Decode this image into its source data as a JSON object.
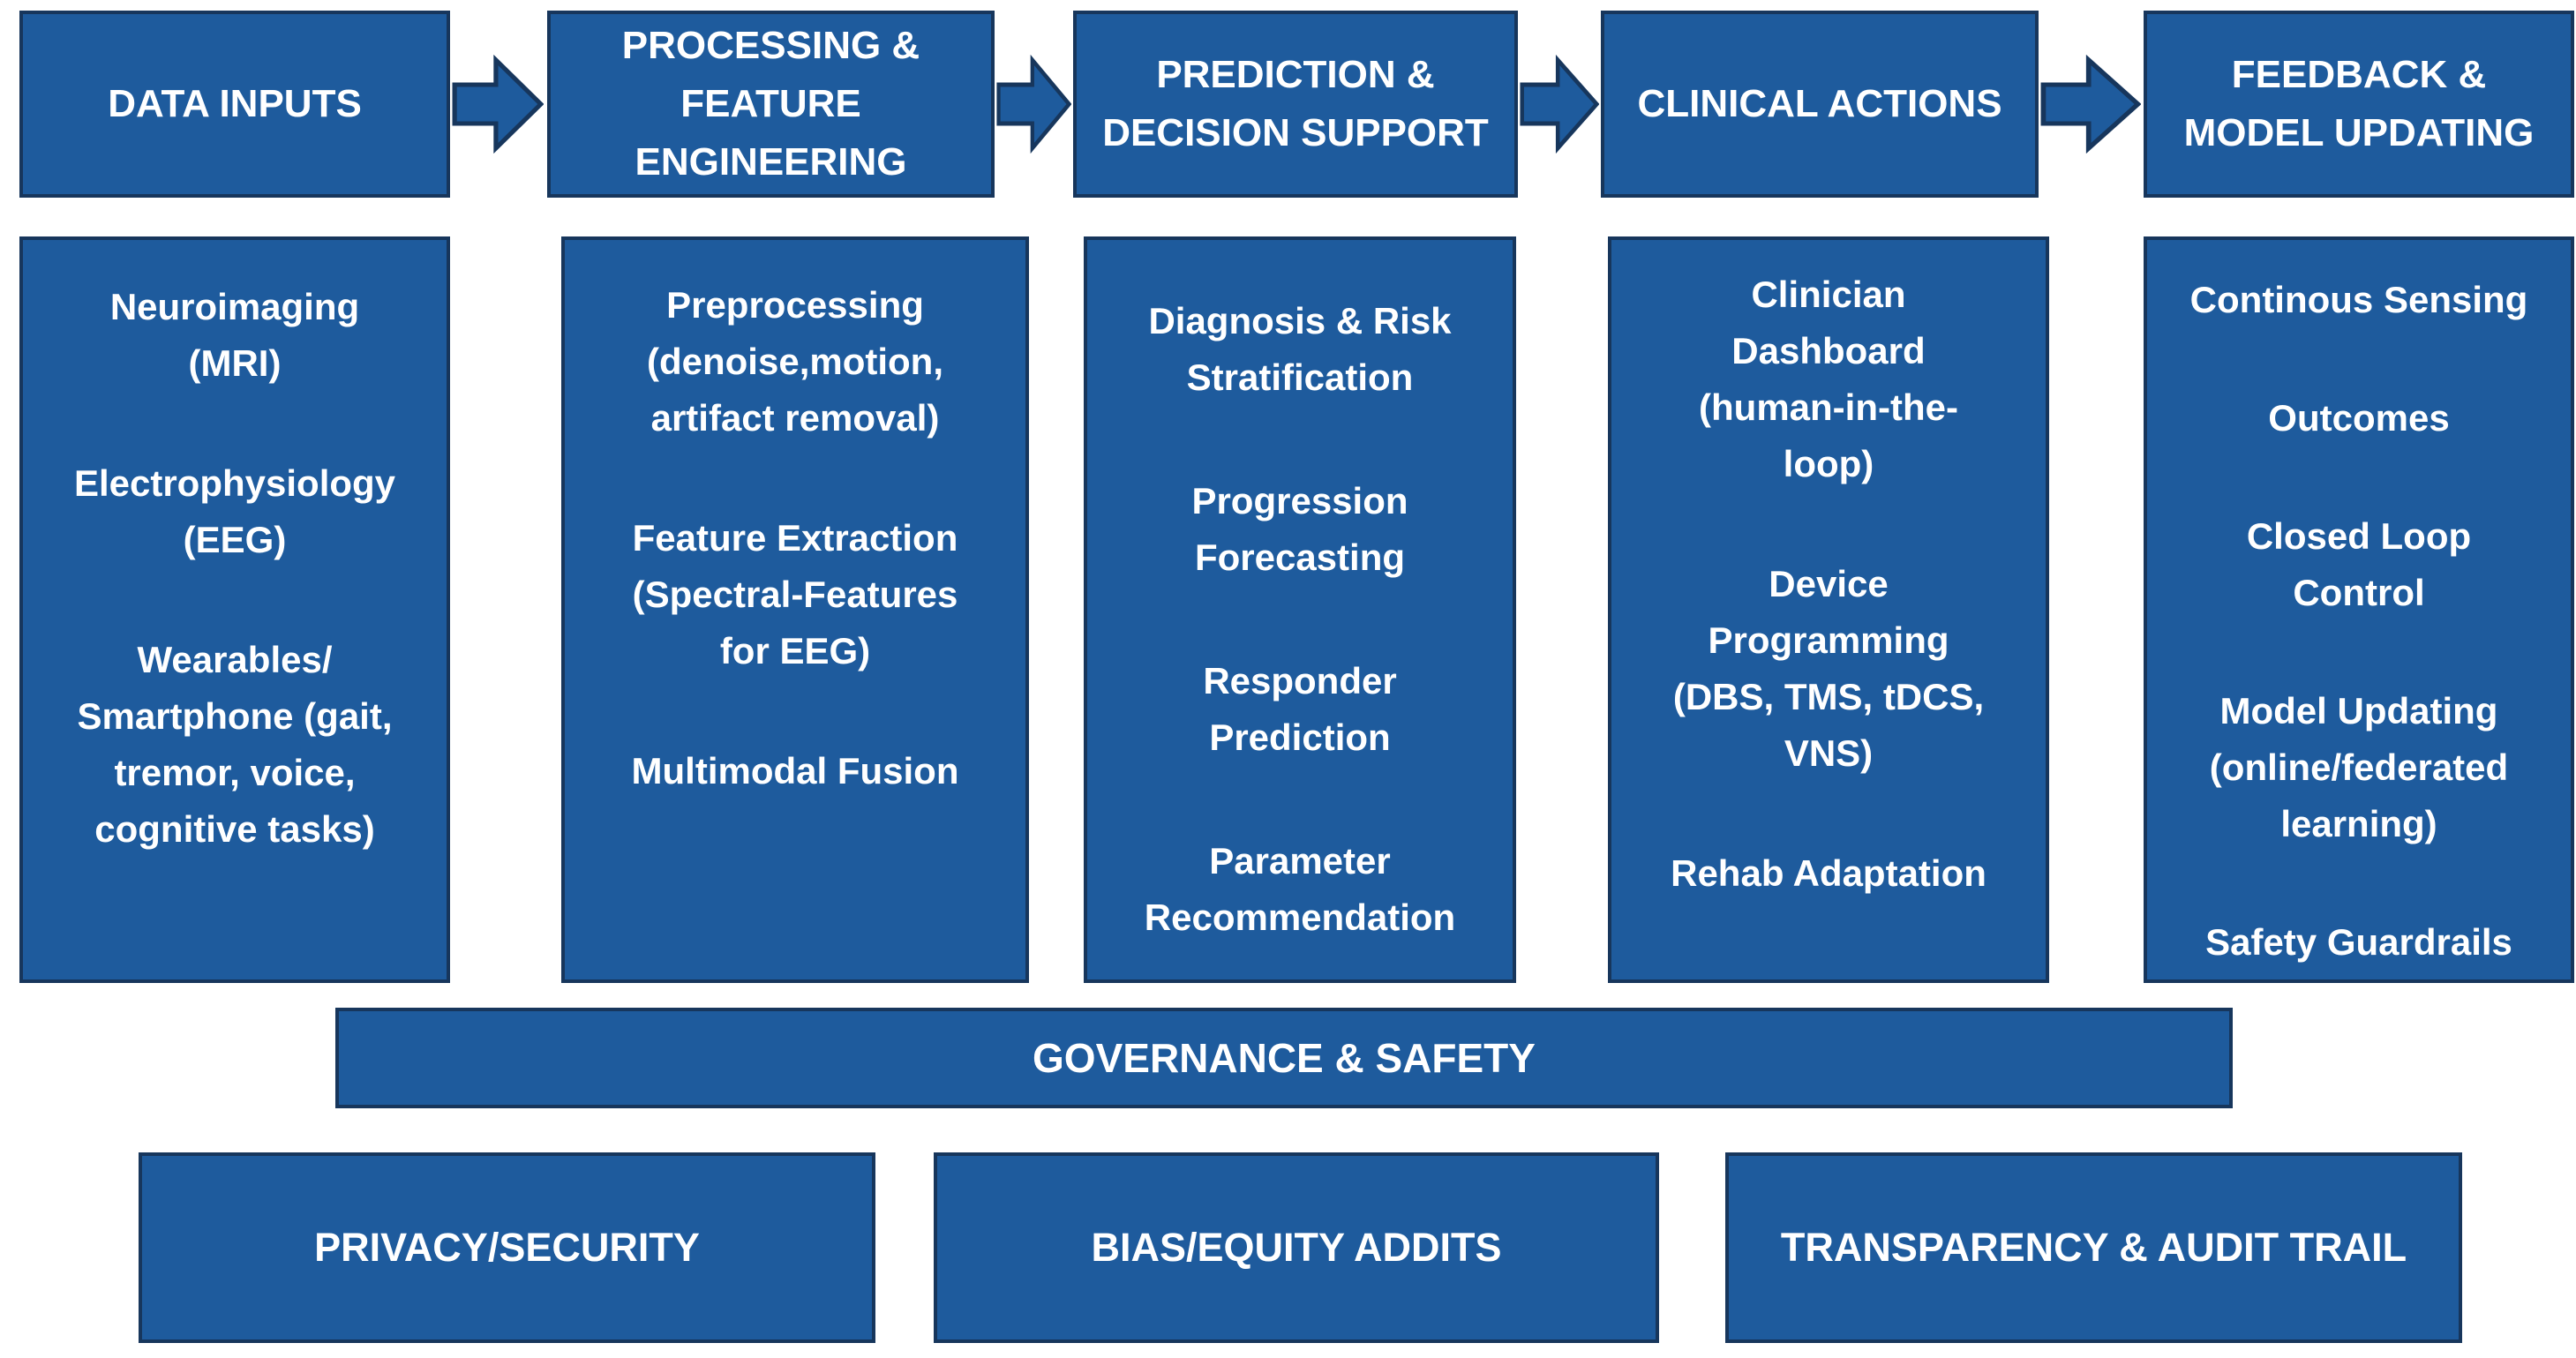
{
  "diagram": {
    "title_semantic": "clinical-ai-pipeline-flowchart",
    "colors": {
      "box_fill": "#1E5B9D",
      "box_border": "#17365C",
      "text": "#FFFFFF",
      "background": "#FFFFFF"
    },
    "columns": [
      {
        "header": "DATA INPUTS",
        "items": [
          "Neuroimaging\n(MRI)",
          "Electrophysiology\n(EEG)",
          "Wearables/\nSmartphone (gait,\ntremor, voice,\ncognitive tasks)"
        ]
      },
      {
        "header": "PROCESSING &\nFEATURE\nENGINEERING",
        "items": [
          "Preprocessing\n(denoise,motion,\nartifact removal)",
          "Feature Extraction\n(Spectral-Features\nfor EEG)",
          "Multimodal Fusion"
        ]
      },
      {
        "header": "PREDICTION &\nDECISION SUPPORT",
        "items": [
          "Diagnosis & Risk\nStratification",
          "Progression\nForecasting",
          "Responder\nPrediction",
          "Parameter\nRecommendation"
        ]
      },
      {
        "header": "CLINICAL ACTIONS",
        "items": [
          "Clinician\nDashboard\n(human-in-the-\nloop)",
          "Device\nProgramming\n(DBS, TMS, tDCS,\nVNS)",
          "Rehab Adaptation"
        ]
      },
      {
        "header": "FEEDBACK &\nMODEL UPDATING",
        "items": [
          "Continous Sensing",
          "Outcomes",
          "Closed Loop\nControl",
          "Model Updating\n(online/federated\nlearning)",
          "Safety Guardrails"
        ]
      }
    ],
    "arrows": [
      {
        "icon": "block-arrow-right"
      },
      {
        "icon": "block-arrow-right"
      },
      {
        "icon": "block-arrow-right"
      },
      {
        "icon": "block-arrow-right"
      }
    ],
    "governance": "GOVERNANCE & SAFETY",
    "bottom_boxes": [
      "PRIVACY/SECURITY",
      "BIAS/EQUITY ADDITS",
      "TRANSPARENCY & AUDIT TRAIL"
    ]
  }
}
